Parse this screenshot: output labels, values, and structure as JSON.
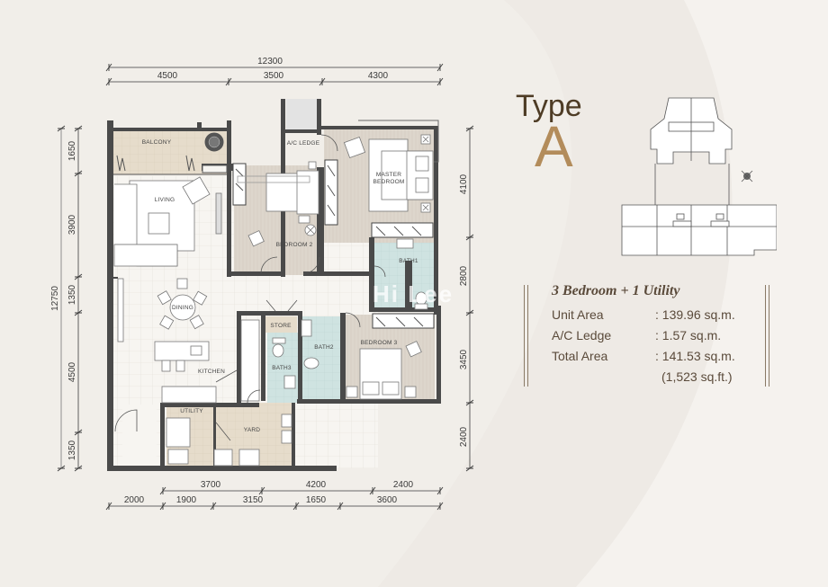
{
  "header": {
    "type_word": "Type",
    "type_letter": "A"
  },
  "unit_info": {
    "title": "3 Bedroom + 1 Utility",
    "rows": [
      {
        "label": "Unit Area",
        "value": ": 139.96 sq.m."
      },
      {
        "label": "A/C Ledge",
        "value": ": 1.57 sq.m."
      },
      {
        "label": "Total Area",
        "value": ": 141.53 sq.m."
      },
      {
        "label": "",
        "value": "(1,523 sq.ft.)"
      }
    ]
  },
  "watermark": "Hi Lee",
  "dimensions": {
    "top_overall": "12300",
    "top_segments": [
      "4500",
      "3500",
      "4300"
    ],
    "bottom_row1": [
      "3700",
      "4200",
      "2400"
    ],
    "bottom_row2": [
      "2000",
      "1900",
      "3150",
      "1650",
      "3600"
    ],
    "left_overall": "12750",
    "left_segments": [
      "1650",
      "3900",
      "1350",
      "4500",
      "1350"
    ],
    "right_segments": [
      "4100",
      "2800",
      "3450",
      "2400"
    ]
  },
  "rooms": {
    "balcony": "BALCONY",
    "ac_ledge": "A/C LEDGE",
    "master_bedroom_1": "MASTER",
    "master_bedroom_2": "BEDROOM",
    "living": "LIVING",
    "bedroom2": "BEDROOM 2",
    "bath1": "BATH1",
    "dining": "DINING",
    "store": "STORE",
    "bath2": "BATH2",
    "bedroom3": "BEDROOM 3",
    "bath3": "BATH3",
    "kitchen": "KITCHEN",
    "utility": "UTILITY",
    "yard": "YARD"
  },
  "colors": {
    "background": "#f1eee9",
    "wall": "#4a4a4a",
    "balcony_fill": "#e6dccb",
    "wood_floor": "#ddd6cc",
    "bath_fill": "#cfe3e1",
    "tile_floor": "#f7f5f1",
    "type_dark": "#4e3c25",
    "type_gold": "#b38c5b",
    "info_text": "#5a4a3a"
  }
}
